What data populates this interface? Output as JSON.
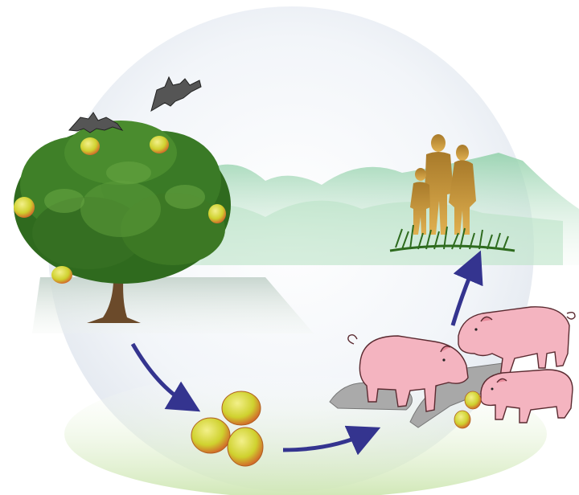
{
  "figure": {
    "stages": [
      {
        "id": "mango-tree-with-bats",
        "icon": "tree-icon"
      },
      {
        "id": "fallen-mangoes",
        "icon": "mango-icon"
      },
      {
        "id": "pigs-eating-fruit",
        "icon": "pig-icon"
      },
      {
        "id": "human-family",
        "icon": "family-silhouette-icon"
      }
    ],
    "colors": {
      "background_circle": "#eef1f6",
      "hills": "#8fd0a8",
      "arrow": "#3a3a9a",
      "foliage": "#3f7f2a",
      "pig_skin": "#f4b4c0",
      "mango": "#d8d23a",
      "silhouette": "#c8932e",
      "bat": "#555555"
    }
  }
}
